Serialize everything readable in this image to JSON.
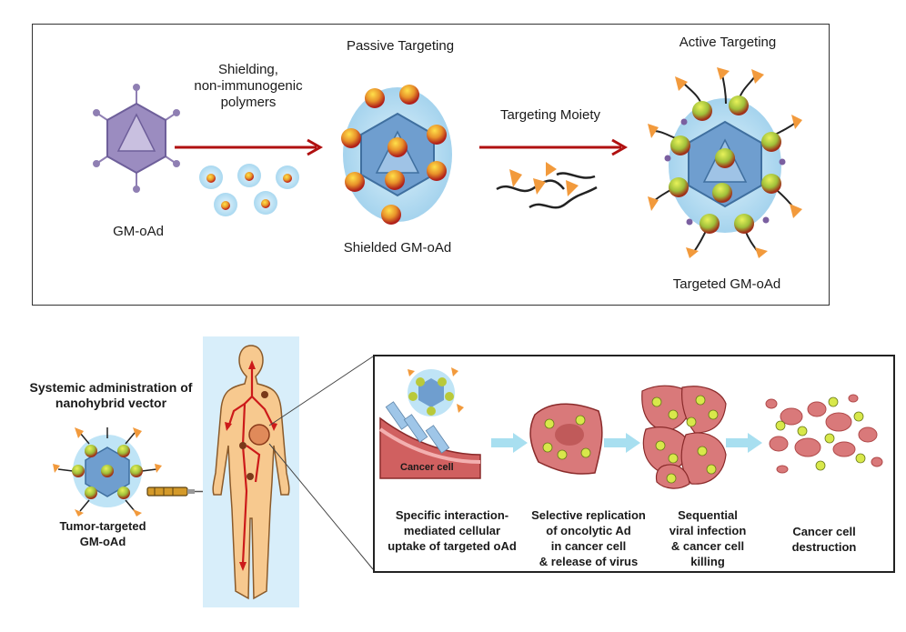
{
  "top_panel": {
    "labels": {
      "gm_oad": "GM-oAd",
      "shielding": "Shielding,\nnon-immunogenic\npolymers",
      "passive_targeting": "Passive Targeting",
      "shielded_gm_oad": "Shielded GM-oAd",
      "targeting_moiety": "Targeting Moiety",
      "active_targeting": "Active Targeting",
      "targeted_gm_oad": "Targeted GM-oAd"
    }
  },
  "bottom_panel": {
    "systemic_administration": "Systemic administration of\nnanohybrid vector",
    "tumor_targeted": "Tumor-targeted\nGM-oAd",
    "cancer_cell_tag": "Cancer cell",
    "steps": [
      {
        "label": "Specific interaction-\nmediated cellular\nuptake of targeted oAd"
      },
      {
        "label": "Selective replication\nof  oncolytic Ad\nin cancer cell\n& release of virus"
      },
      {
        "label": "Sequential\nviral infection\n& cancer cell\nkilling"
      },
      {
        "label": "Cancer cell\ndestruction"
      }
    ]
  },
  "colors": {
    "arrow_red": "#b01010",
    "virus_purple": "#8f7fb3",
    "shield_blue": "#a9d8f0",
    "capsid_blue": "#6f9ecf",
    "ligand_orange": "#f29a3c",
    "body_skin": "#f7c98f",
    "body_bg": "#d8eefa",
    "cell_pink": "#d9797a",
    "process_arrow": "#a8dff0"
  }
}
